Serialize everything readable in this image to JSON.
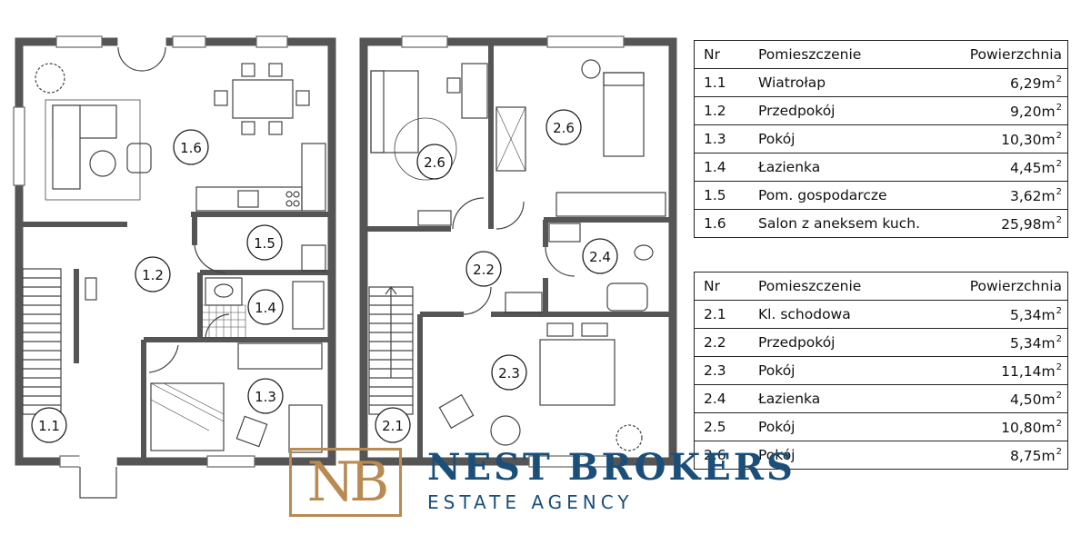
{
  "rooms": {
    "r1_1": "1.1",
    "r1_2": "1.2",
    "r1_3": "1.3",
    "r1_4": "1.4",
    "r1_5": "1.5",
    "r1_6": "1.6",
    "r2_1": "2.1",
    "r2_2": "2.2",
    "r2_3": "2.3",
    "r2_4": "2.4",
    "r2_6a": "2.6",
    "r2_6b": "2.6"
  },
  "table1": {
    "headers": [
      "Nr",
      "Pomieszczenie",
      "Powierzchnia"
    ],
    "rows": [
      {
        "nr": "1.1",
        "name": "Wiatrołap",
        "area": "6,29m"
      },
      {
        "nr": "1.2",
        "name": "Przedpokój",
        "area": "9,20m"
      },
      {
        "nr": "1.3",
        "name": "Pokój",
        "area": "10,30m"
      },
      {
        "nr": "1.4",
        "name": "Łazienka",
        "area": "4,45m"
      },
      {
        "nr": "1.5",
        "name": "Pom. gospodarcze",
        "area": "3,62m"
      },
      {
        "nr": "1.6",
        "name": "Salon z aneksem kuch.",
        "area": "25,98m"
      }
    ]
  },
  "table2": {
    "headers": [
      "Nr",
      "Pomieszczenie",
      "Powierzchnia"
    ],
    "rows": [
      {
        "nr": "2.1",
        "name": "Kl. schodowa",
        "area": "5,34m"
      },
      {
        "nr": "2.2",
        "name": "Przedpokój",
        "area": "5,34m"
      },
      {
        "nr": "2.3",
        "name": "Pokój",
        "area": "11,14m"
      },
      {
        "nr": "2.4",
        "name": "Łazienka",
        "area": "4,50m"
      },
      {
        "nr": "2.5",
        "name": "Pokój",
        "area": "10,80m"
      },
      {
        "nr": "2.6",
        "name": "Pokój",
        "area": "8,75m"
      }
    ]
  },
  "unit_sup": "2",
  "logo": {
    "monogram": "NB",
    "name": "NEST BROKERS",
    "tagline": "ESTATE AGENCY",
    "gold_color": "#b98a52",
    "blue_color": "#1b4f7a"
  }
}
